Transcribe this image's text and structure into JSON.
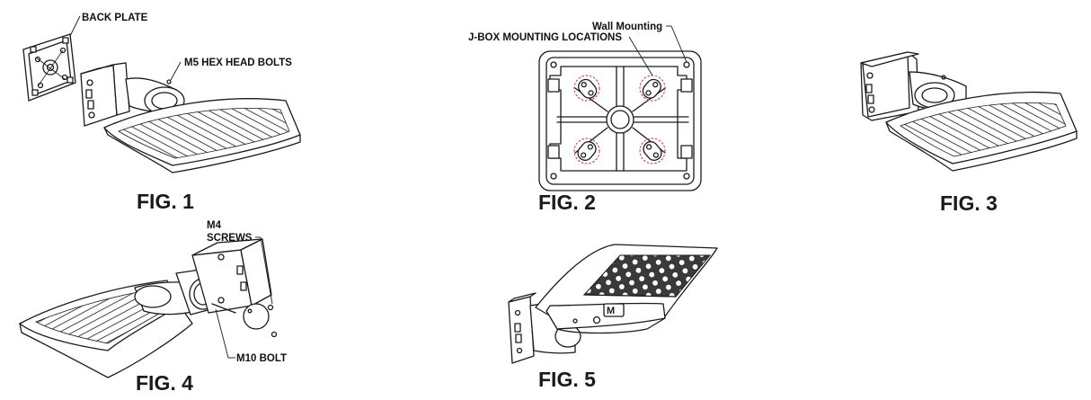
{
  "figures": {
    "fig1": {
      "label": "FIG. 1",
      "callouts": {
        "back_plate": "BACK PLATE",
        "bolts": "M5 HEX HEAD BOLTS"
      }
    },
    "fig2": {
      "label": "FIG. 2",
      "callouts": {
        "wall": "Wall Mounting",
        "jbox": "J-BOX MOUNTING LOCATIONS"
      }
    },
    "fig3": {
      "label": "FIG. 3"
    },
    "fig4": {
      "label": "FIG. 4",
      "callouts": {
        "m4": "M4",
        "screws": "SCREWS",
        "m10": "M10 BOLT"
      }
    },
    "fig5": {
      "label": "FIG. 5"
    }
  },
  "colors": {
    "ink": "#1a1a1a",
    "jbox_markers": "#c0304a"
  }
}
